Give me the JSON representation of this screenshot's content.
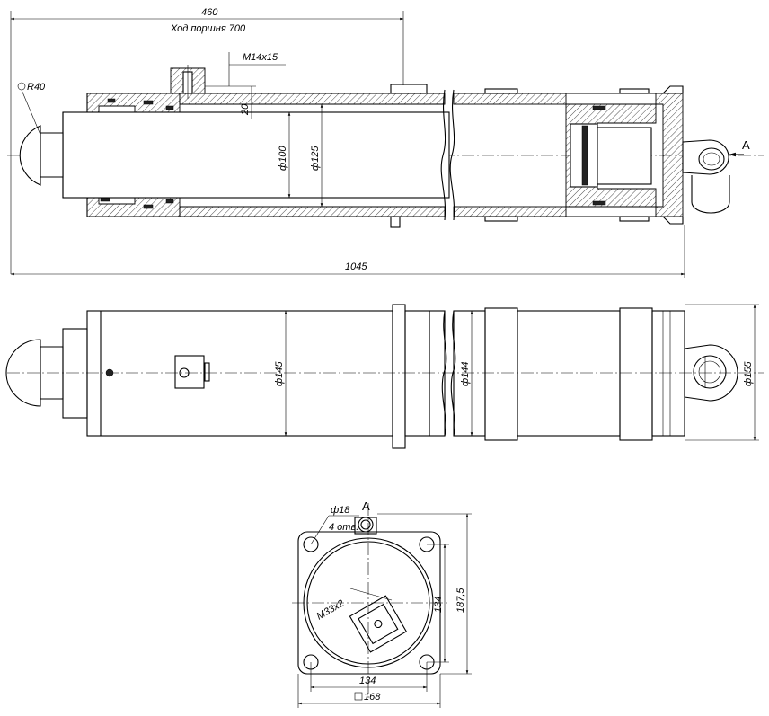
{
  "dims": {
    "top_length": "460",
    "stroke_label": "Ход поршня 700",
    "port_thread": "M14x15",
    "radius": "R40",
    "port_offset": "20",
    "rod_dia": "ф100",
    "bore_dia": "ф125",
    "total_length": "1045",
    "outer_dia": "ф145",
    "stage_dia": "ф144",
    "flange_dia": "ф155",
    "hole_dia": "ф18",
    "hole_count": "4 отв.",
    "view_label": "A",
    "arrow_label": "A",
    "center_thread": "M33x2",
    "bolt_spacing_v": "134",
    "flange_height": "187,5",
    "bolt_spacing_h": "134",
    "flange_square": "168"
  }
}
